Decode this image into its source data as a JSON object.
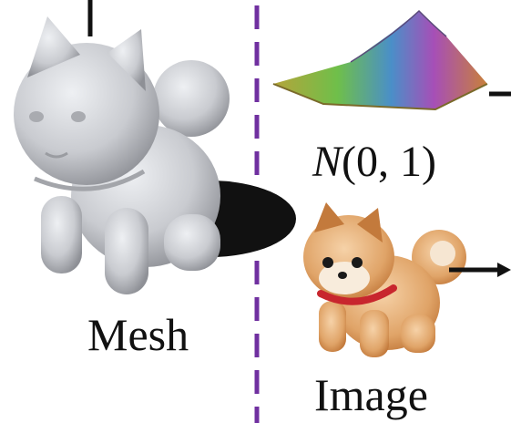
{
  "labels": {
    "mesh": "Mesh",
    "image": "Image",
    "noise_symbol": "N",
    "noise_args": "(0, 1)"
  },
  "colors": {
    "divider": "#7030a0",
    "mesh_gray": "#c9cbd0",
    "dog_orange": "#e0a468",
    "collar_red": "#c8262e",
    "arrow": "#111111"
  },
  "icons": {
    "mesh": "cat-mesh-render",
    "image": "shiba-dog-icon",
    "noise": "gaussian-surface-icon"
  }
}
